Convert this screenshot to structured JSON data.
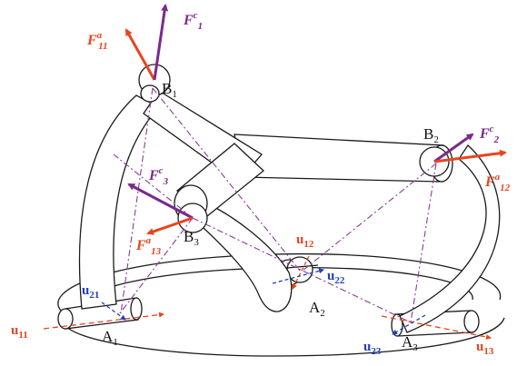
{
  "colors": {
    "actuation": "#e8451e",
    "constraint": "#7a2a8a",
    "unit_blue": "#1f3fbf",
    "unit_red": "#e8451e",
    "link_dashdot": "#8a3c95",
    "outline": "#1a1a1a"
  },
  "points": {
    "B1": {
      "base": "B",
      "sub": "1"
    },
    "B2": {
      "base": "B",
      "sub": "2"
    },
    "B3": {
      "base": "B",
      "sub": "3"
    },
    "A1": {
      "base": "A",
      "sub": "1"
    },
    "A2": {
      "base": "A",
      "sub": "2"
    },
    "A3": {
      "base": "A",
      "sub": "3"
    }
  },
  "forces": {
    "Fa11": {
      "base": "F",
      "sup": "a",
      "sub": "11"
    },
    "Fc1": {
      "base": "F",
      "sup": "c",
      "sub": "1"
    },
    "Fc2": {
      "base": "F",
      "sup": "c",
      "sub": "2"
    },
    "Fa12": {
      "base": "F",
      "sup": "a",
      "sub": "12"
    },
    "Fc3": {
      "base": "F",
      "sup": "c",
      "sub": "3"
    },
    "Fa13": {
      "base": "F",
      "sup": "a",
      "sub": "13"
    }
  },
  "unit_vectors": {
    "u11": {
      "base": "u",
      "sub": "11"
    },
    "u21": {
      "base": "u",
      "sub": "21"
    },
    "u12": {
      "base": "u",
      "sub": "12"
    },
    "u22": {
      "base": "u",
      "sub": "22"
    },
    "u13": {
      "base": "u",
      "sub": "13"
    },
    "u23": {
      "base": "u",
      "sub": "23"
    }
  }
}
